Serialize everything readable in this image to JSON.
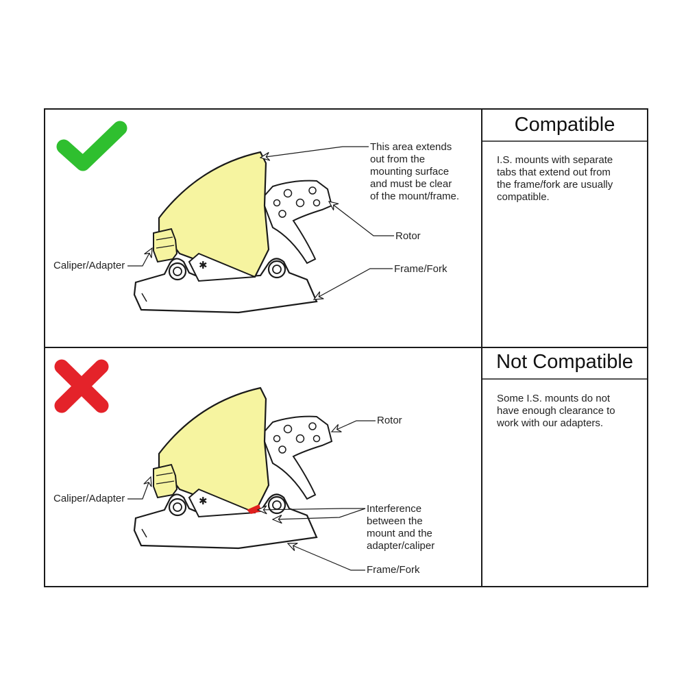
{
  "colors": {
    "check": "#2fbf2f",
    "cross": "#e4232a",
    "caliper_fill": "#f6f4a0",
    "interference": "#e0201e",
    "line": "#1a1a1a"
  },
  "panels": [
    {
      "status_icon": "checkmark-icon",
      "title": "Compatible",
      "description": "I.S. mounts with separate\ntabs that extend out from\nthe frame/fork are usually\ncompatible.",
      "callouts": {
        "area": "This area extends\nout from the\nmounting surface\nand must be clear\nof the mount/frame.",
        "rotor": "Rotor",
        "frame": "Frame/Fork",
        "caliper": "Caliper/Adapter"
      }
    },
    {
      "status_icon": "cross-icon",
      "title": "Not Compatible",
      "description": "Some I.S. mounts do not\nhave enough clearance to\nwork with our adapters.",
      "callouts": {
        "rotor": "Rotor",
        "interference": "Interference\nbetween the\nmount and the\nadapter/caliper",
        "frame": "Frame/Fork",
        "caliper": "Caliper/Adapter"
      }
    }
  ]
}
